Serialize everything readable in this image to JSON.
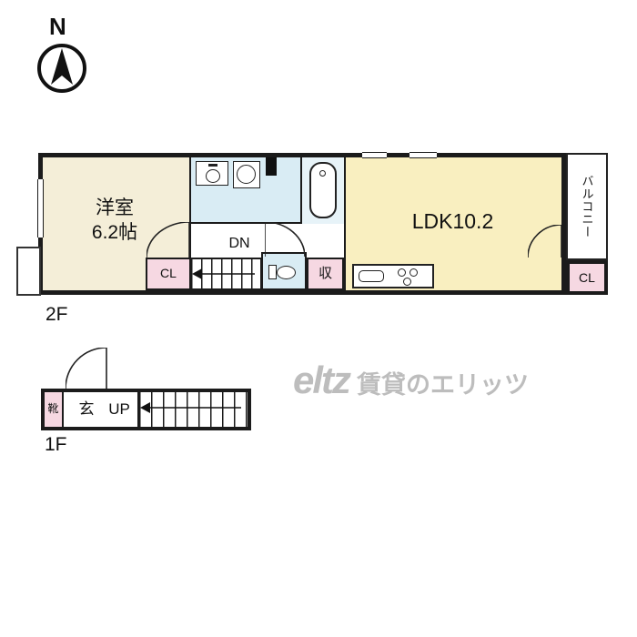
{
  "compass": {
    "label": "N"
  },
  "floor2": {
    "label": "2F",
    "western_room": {
      "line1": "洋室",
      "line2": "6.2帖"
    },
    "stairs": {
      "label": "DN"
    },
    "closet_left": {
      "label": "CL"
    },
    "storage": {
      "label": "収"
    },
    "ldk": {
      "label": "LDK10.2"
    },
    "balcony": {
      "label": "バルコニー"
    },
    "closet_right": {
      "label": "CL"
    }
  },
  "floor1": {
    "label": "1F",
    "shoe_box": {
      "label": "靴"
    },
    "entrance": {
      "label": "玄"
    },
    "stairs": {
      "label": "UP"
    }
  },
  "watermark": {
    "logo": "eltz",
    "text": "賃貸のエリッツ"
  },
  "colors": {
    "wall": "#1b1b1b",
    "room_cream": "#f4eed8",
    "room_yellow": "#f9efc0",
    "closet_pink": "#f6d8e2",
    "bath_blue": "#d9ecf4",
    "bath_blue_light": "#e7f3f8",
    "watermark_gray": "#bdbdbd"
  }
}
